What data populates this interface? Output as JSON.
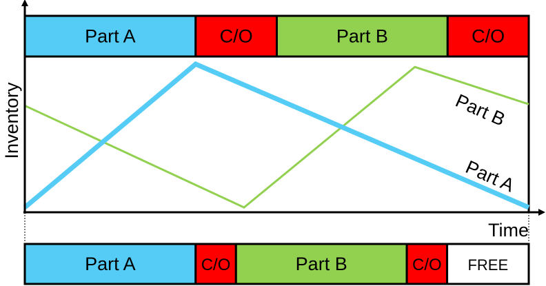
{
  "colors": {
    "part_a": "#55CCF5",
    "part_b": "#92D050",
    "changeover": "#FF0000",
    "free": "#FFFFFF",
    "axis": "#000000"
  },
  "labels": {
    "y_axis": "Inventory",
    "x_axis": "Time",
    "curve_a": "Part A",
    "curve_b": "Part B"
  },
  "schedule_top": [
    {
      "label": "Part A",
      "kind": "part_a",
      "duration": 0.339
    },
    {
      "label": "C/O",
      "kind": "changeover",
      "duration": 0.161
    },
    {
      "label": "Part B",
      "kind": "part_b",
      "duration": 0.339
    },
    {
      "label": "C/O",
      "kind": "changeover",
      "duration": 0.161
    }
  ],
  "schedule_bottom": [
    {
      "label": "Part A",
      "kind": "part_a",
      "duration": 0.339
    },
    {
      "label": "C/O",
      "kind": "changeover",
      "duration": 0.08
    },
    {
      "label": "Part B",
      "kind": "part_b",
      "duration": 0.339
    },
    {
      "label": "C/O",
      "kind": "changeover",
      "duration": 0.08
    },
    {
      "label": "FREE",
      "kind": "free",
      "duration": 0.162
    }
  ],
  "inventory": {
    "part_a": [
      [
        0,
        0
      ],
      [
        0.339,
        1.0
      ],
      [
        1.0,
        0
      ]
    ],
    "part_b": [
      [
        0,
        0.71
      ],
      [
        0.435,
        0
      ],
      [
        0.774,
        0.98
      ],
      [
        1.0,
        0.72
      ]
    ]
  }
}
